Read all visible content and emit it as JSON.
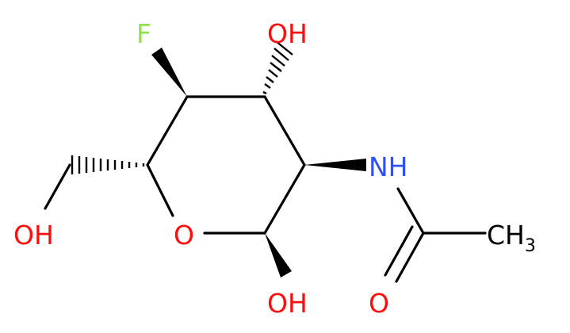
{
  "molecule": {
    "colors": {
      "bond": "#000000",
      "oxygen": "#ff0d0d",
      "nitrogen": "#3050f8",
      "fluorine": "#90e050",
      "carbon": "#000000"
    },
    "labels": {
      "fluorine": "F",
      "oh_top": "OH",
      "nh": "NH",
      "oh_left": "OH",
      "ring_o": "O",
      "oh_bottom": "OH",
      "carbonyl_o": "O",
      "ch3_c": "CH",
      "ch3_sub": "3"
    }
  }
}
